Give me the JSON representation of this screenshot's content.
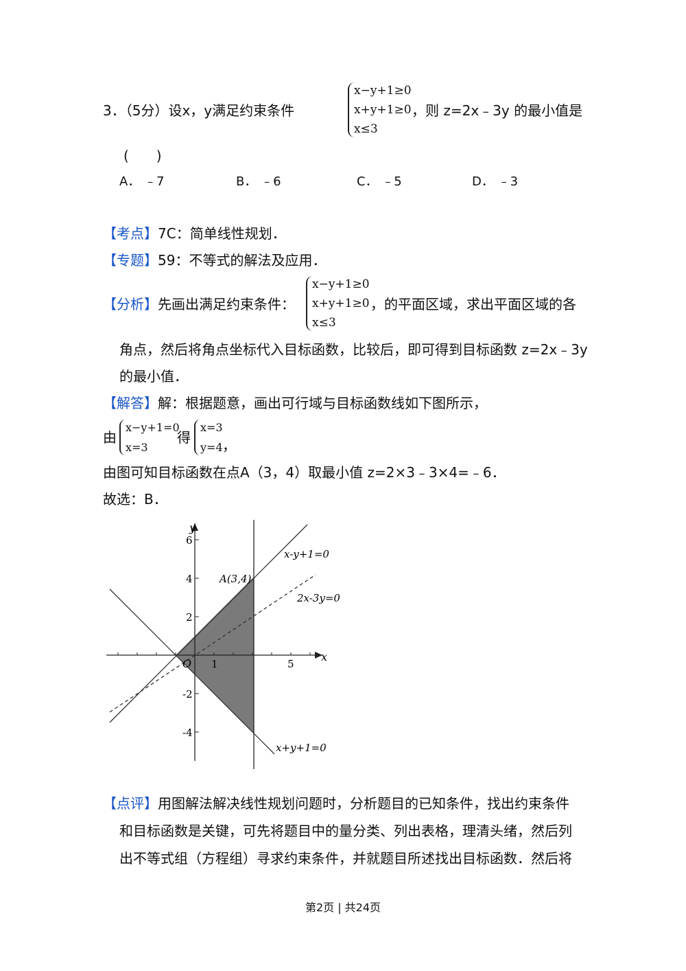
{
  "question": {
    "prefix": "3．（5分）设x，y满足约束条件",
    "system": [
      "x−y+1≥0",
      "x+y+1≥0",
      "x≤3"
    ],
    "suffix": "，则 z=2x﹣3y 的最小值是",
    "bracket": "(　　)",
    "options": [
      {
        "letter": "A．",
        "value": "﹣7"
      },
      {
        "letter": "B．",
        "value": "﹣6"
      },
      {
        "letter": "C．",
        "value": "﹣5"
      },
      {
        "letter": "D．",
        "value": "﹣3"
      }
    ]
  },
  "kaodian": {
    "tag": "【考点】",
    "text": "7C：简单线性规划．"
  },
  "zhuanti": {
    "tag": "【专题】",
    "text": "59：不等式的解法及应用．"
  },
  "fenxi": {
    "tag": "【分析】",
    "lead": "先画出满足约束条件：",
    "system": [
      "x−y+1≥0",
      "x+y+1≥0",
      "x≤3"
    ],
    "tail": "，的平面区域，求出平面区域的各",
    "line2": "角点，然后将角点坐标代入目标函数，比较后，即可得到目标函数 z=2x﹣3y",
    "line3": "的最小值．"
  },
  "jieda": {
    "tag": "【解答】",
    "text": "解：根据题意，画出可行域与目标函数线如下图所示，",
    "you": "由",
    "sys1": [
      "x−y+1=0",
      "x=3"
    ],
    "de": "得",
    "sys2": [
      "x=3",
      "y=4"
    ],
    "comma": "，",
    "line3": "由图可知目标函数在点A（3，4）取最小值 z=2×3﹣3×4=﹣6．",
    "line4": "故选：B．"
  },
  "figure": {
    "axis_x": "x",
    "axis_y": "y",
    "origin": "O",
    "x_ticks": [
      "1",
      "5"
    ],
    "y_ticks": [
      "6",
      "4",
      "2",
      "-2",
      "-4"
    ],
    "point_label": "A(3,4)",
    "line1_label": "x-y+1=0",
    "line2_label": "2x-3y=0",
    "line3_label": "x+y+1=0",
    "region_color": "#7a7a7a"
  },
  "dianping": {
    "tag": "【点评】",
    "line1": "用图解法解决线性规划问题时，分析题目的已知条件，找出约束条件",
    "line2": "和目标函数是关键，可先将题目中的量分类、列出表格，理清头绪，然后列",
    "line3": "出不等式组（方程组）寻求约束条件，并就题目所述找出目标函数．然后将"
  },
  "footer": "第2页 | 共24页"
}
